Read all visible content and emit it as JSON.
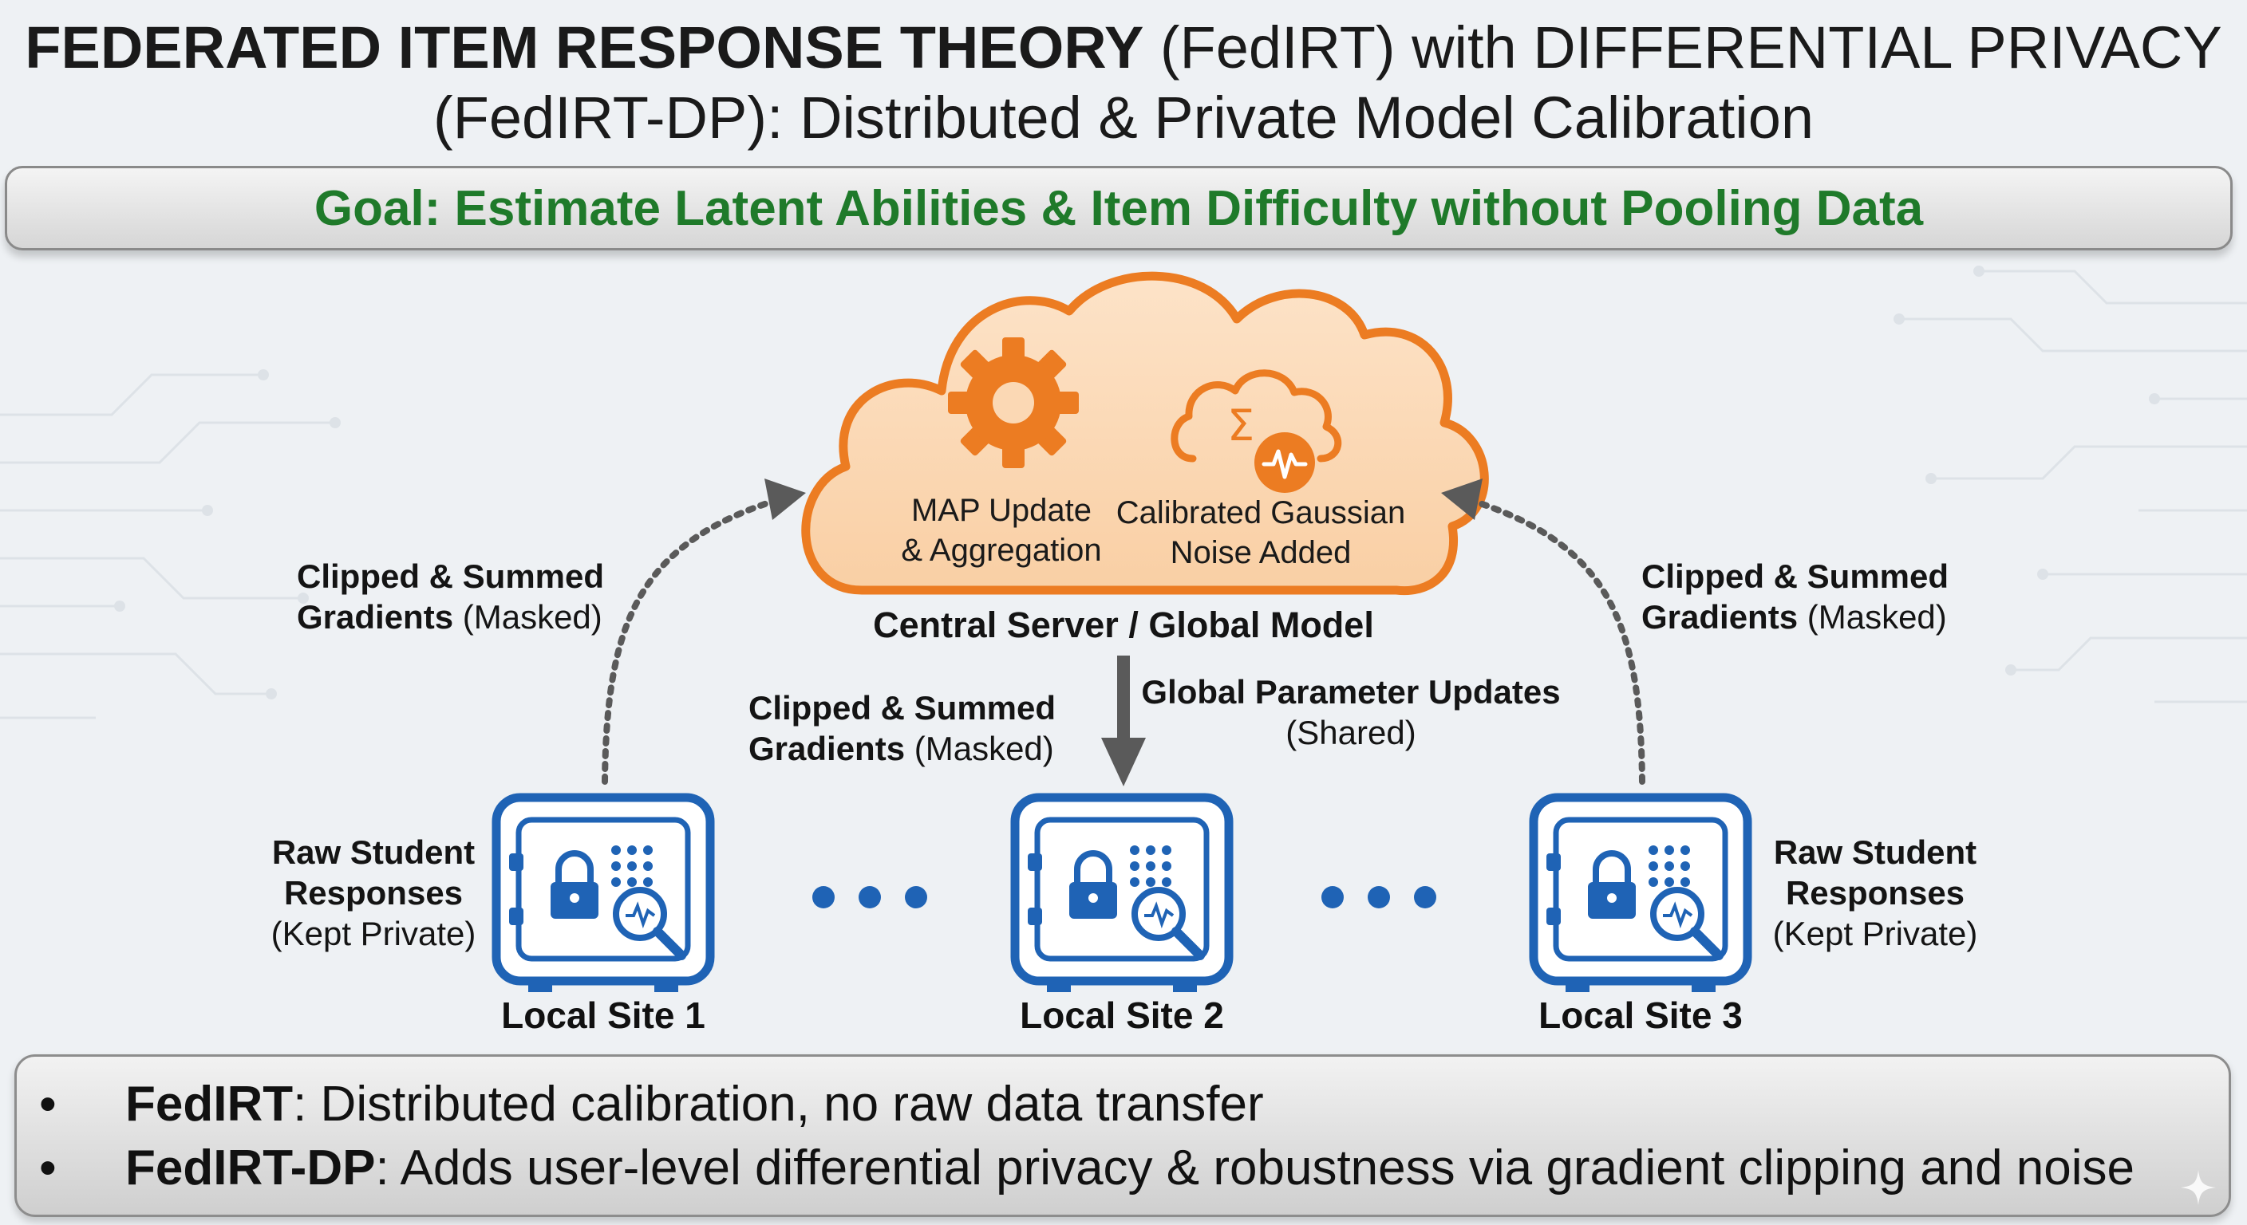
{
  "title": {
    "line1_bold": "FEDERATED ITEM RESPONSE THEORY",
    "line1_rest": " (FedIRT) with DIFFERENTIAL PRIVACY",
    "line2": "(FedIRT-DP): Distributed & Private Model Calibration"
  },
  "goal": "Goal: Estimate Latent Abilities & Item Difficulty without Pooling Data",
  "server": {
    "label": "Central Server / Global Model",
    "map_update": [
      "MAP Update",
      "& Aggregation"
    ],
    "noise": [
      "Calibrated Gaussian",
      "Noise Added"
    ],
    "noise_symbol": "Σ"
  },
  "flows": {
    "left": {
      "bold1": "Clipped & Summed",
      "bold2": "Gradients",
      "rest": " (Masked)"
    },
    "right": {
      "bold1": "Clipped & Summed",
      "bold2": "Gradients",
      "rest": " (Masked)"
    },
    "middle": {
      "bold1": "Clipped & Summed",
      "bold2": "Gradients",
      "rest": " (Masked)"
    },
    "global_updates": {
      "bold": "Global Parameter Updates",
      "rest": "(Shared)"
    }
  },
  "raw_left": {
    "line1": "Raw Student",
    "line2": "Responses",
    "line3": "(Kept Private)"
  },
  "raw_right": {
    "line1": "Raw Student",
    "line2": "Responses",
    "line3": "(Kept Private)"
  },
  "sites": [
    {
      "label": "Local Site 1",
      "icon": "safe-lock-icon"
    },
    {
      "label": "Local Site 2",
      "icon": "safe-lock-icon"
    },
    {
      "label": "Local Site 3",
      "icon": "safe-lock-icon"
    }
  ],
  "summary": [
    {
      "bullet": "•",
      "bold": "FedIRT",
      "text": ": Distributed calibration, no raw data transfer"
    },
    {
      "bullet": "•",
      "bold": "FedIRT-DP",
      "text": ": Adds user-level differential privacy & robustness via gradient clipping and noise"
    }
  ],
  "colors": {
    "cloud_fill": "#fbd8b4",
    "cloud_stroke": "#ec7c22",
    "gear": "#ec7c22",
    "safe_blue": "#1f63b5",
    "goal_green": "#1f7a2a",
    "arrow_gray": "#5a5a5a"
  }
}
